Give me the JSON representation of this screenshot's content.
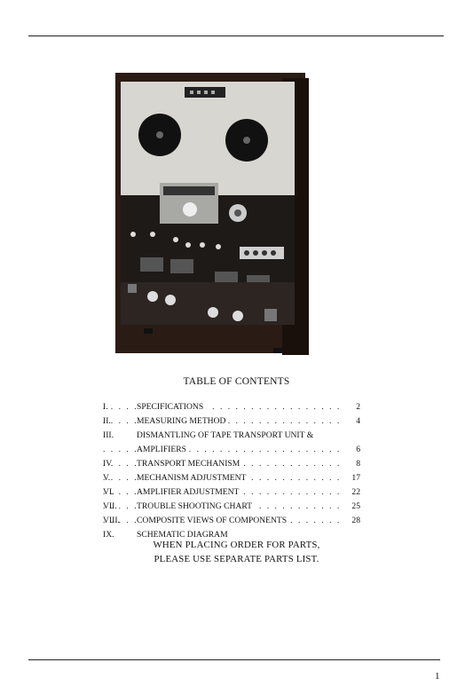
{
  "toc": {
    "heading": "TABLE OF CONTENTS",
    "items": [
      {
        "num": "I.",
        "title": "SPECIFICATIONS",
        "page": "2"
      },
      {
        "num": "II.",
        "title": "MEASURING METHOD",
        "page": "4"
      },
      {
        "num": "III.",
        "title": "DISMANTLING OF TAPE TRANSPORT UNIT &",
        "page": ""
      },
      {
        "num": "",
        "title": "AMPLIFIERS",
        "page": "6"
      },
      {
        "num": "IV.",
        "title": "TRANSPORT MECHANISM",
        "page": "8"
      },
      {
        "num": "V.",
        "title": "MECHANISM ADJUSTMENT",
        "page": "17"
      },
      {
        "num": "VI.",
        "title": "AMPLIFIER ADJUSTMENT",
        "page": "22"
      },
      {
        "num": "VII.",
        "title": "TROUBLE SHOOTING CHART",
        "page": "25"
      },
      {
        "num": "VIII.",
        "title": "COMPOSITE VIEWS OF COMPONENTS",
        "page": "28"
      },
      {
        "num": "IX.",
        "title": "SCHEMATIC DIAGRAM",
        "page": ""
      }
    ]
  },
  "notice": {
    "line1": "WHEN PLACING ORDER FOR PARTS,",
    "line2": "PLEASE USE SEPARATE PARTS LIST."
  },
  "page_number": "1"
}
